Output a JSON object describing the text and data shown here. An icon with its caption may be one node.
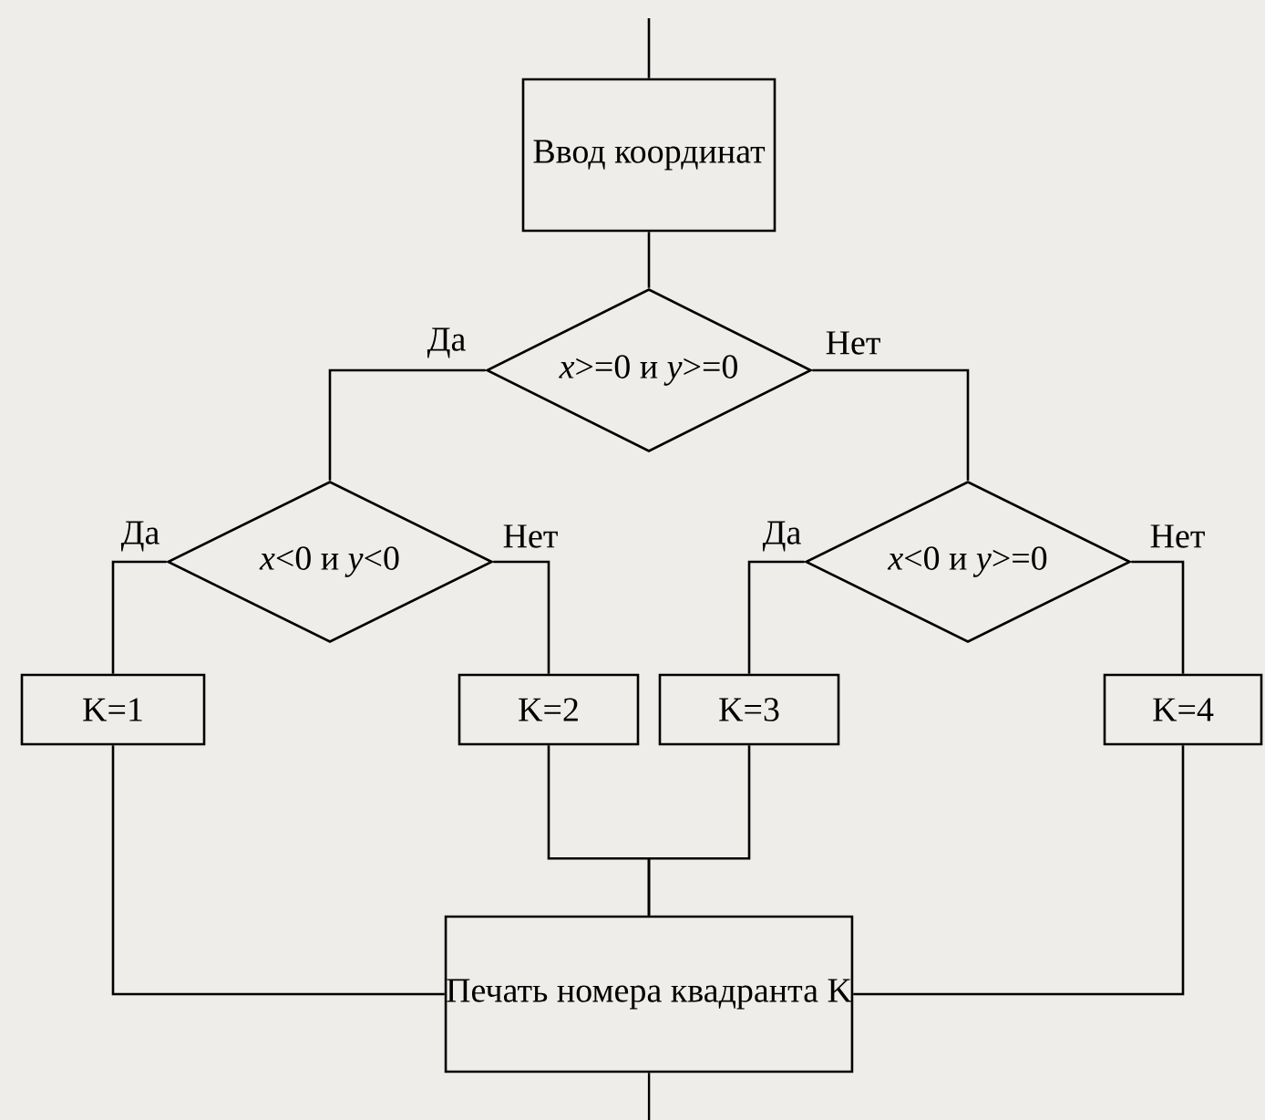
{
  "diagram": {
    "nodes": [
      {
        "text": [
          "Ввод координат"
        ]
      },
      {
        "text": [
          "*x*>=0 и *y*>=0"
        ]
      },
      {
        "text": [
          "*x*<0 и *y*<0"
        ]
      },
      {
        "text": [
          "*x*<0 и *y*>=0"
        ]
      },
      {
        "text": [
          "K=1"
        ]
      },
      {
        "text": [
          "K=2"
        ]
      },
      {
        "text": [
          "K=3"
        ]
      },
      {
        "text": [
          "K=4"
        ]
      },
      {
        "text": [
          "Печать номера квадранта K"
        ]
      }
    ],
    "edges": [
      {
        "from": null,
        "to": 0,
        "arrow": "none"
      },
      {
        "from": 0,
        "to": 1,
        "arrow": "none"
      },
      {
        "from": 1,
        "to": 2,
        "arrow": "none",
        "label": "Да"
      },
      {
        "from": 1,
        "to": 3,
        "arrow": "none",
        "label": "Нет"
      },
      {
        "from": 2,
        "to": 4,
        "arrow": "none",
        "label": "Да"
      },
      {
        "from": 2,
        "to": 5,
        "arrow": "none",
        "label": "Нет"
      },
      {
        "from": 3,
        "to": 6,
        "arrow": "none",
        "label": "Да"
      },
      {
        "from": 3,
        "to": 7,
        "arrow": "none",
        "label": "Нет"
      },
      {
        "from": 4,
        "to": 8,
        "arrow": "none"
      },
      {
        "from": 5,
        "to": 8,
        "arrow": "none"
      },
      {
        "from": 6,
        "to": 8,
        "arrow": "none"
      },
      {
        "from": 7,
        "to": 8,
        "arrow": "none"
      },
      {
        "from": 8,
        "to": null,
        "arrow": "none"
      }
    ]
  }
}
